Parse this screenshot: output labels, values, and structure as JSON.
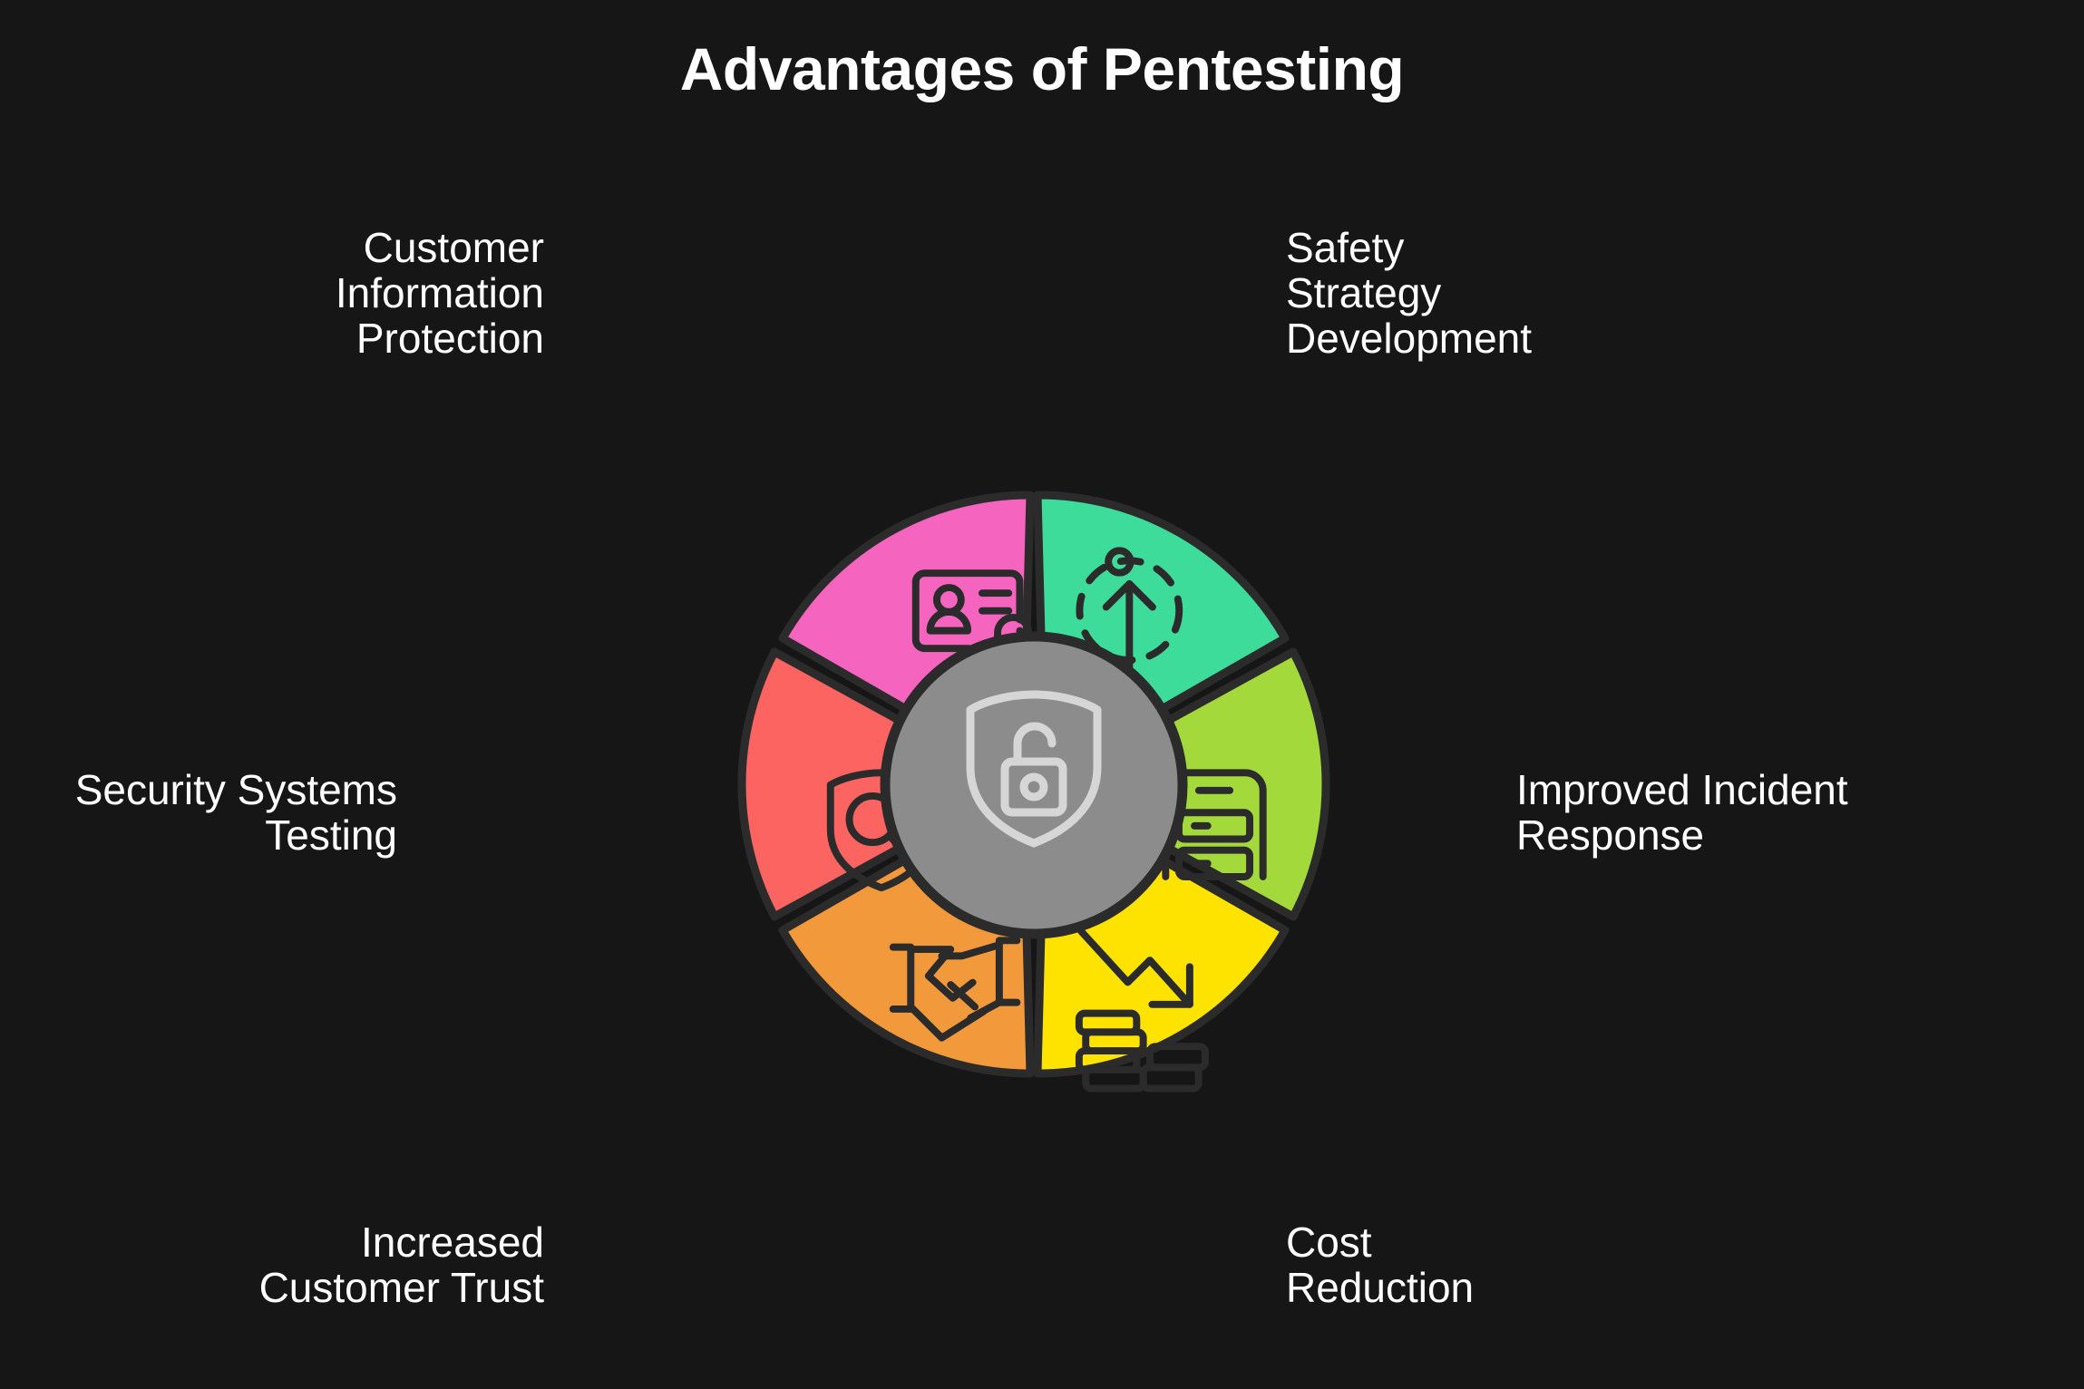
{
  "header": {
    "title": "Advantages of Pentesting"
  },
  "theme": {
    "background": "#161616",
    "text": "#ffffff",
    "stroke": "#2b2b2b",
    "hub_fill": "#8c8c8c",
    "hub_icon": "#d6d6d6"
  },
  "center": {
    "icon": "shield-unlocked-padlock-icon"
  },
  "chart_data": {
    "type": "pie",
    "title": "Advantages of Pentesting",
    "legend": "around-segments",
    "categories": [
      "Safety Strategy Development",
      "Improved Incident Response",
      "Cost Reduction",
      "Increased Customer Trust",
      "Security Systems Testing",
      "Customer Information Protection"
    ],
    "values": [
      1,
      1,
      1,
      1,
      1,
      1
    ],
    "colors": [
      "#3ddc9a",
      "#a3d93a",
      "#ffe300",
      "#f2993c",
      "#fb6461",
      "#f565bf"
    ]
  },
  "segments": [
    {
      "id": "safety-strategy-development",
      "label": "Safety\nStrategy\nDevelopment",
      "color": "#3ddc9a",
      "icon": "growth-arrow-target-icon",
      "position": "top-right"
    },
    {
      "id": "improved-incident-response",
      "label": "Improved Incident\nResponse",
      "color": "#a3d93a",
      "icon": "server-cabinet-icon",
      "position": "right"
    },
    {
      "id": "cost-reduction",
      "label": "Cost\nReduction",
      "color": "#ffe300",
      "icon": "declining-cost-coins-icon",
      "position": "bottom-right"
    },
    {
      "id": "increased-customer-trust",
      "label": "Increased\nCustomer Trust",
      "color": "#f2993c",
      "icon": "handshake-icon",
      "position": "bottom-left"
    },
    {
      "id": "security-systems-testing",
      "label": "Security Systems\nTesting",
      "color": "#fb6461",
      "icon": "shield-magnifier-icon",
      "position": "left"
    },
    {
      "id": "customer-information-protection",
      "label": "Customer\nInformation\nProtection",
      "color": "#f565bf",
      "icon": "id-card-lock-icon",
      "position": "top-left"
    }
  ]
}
